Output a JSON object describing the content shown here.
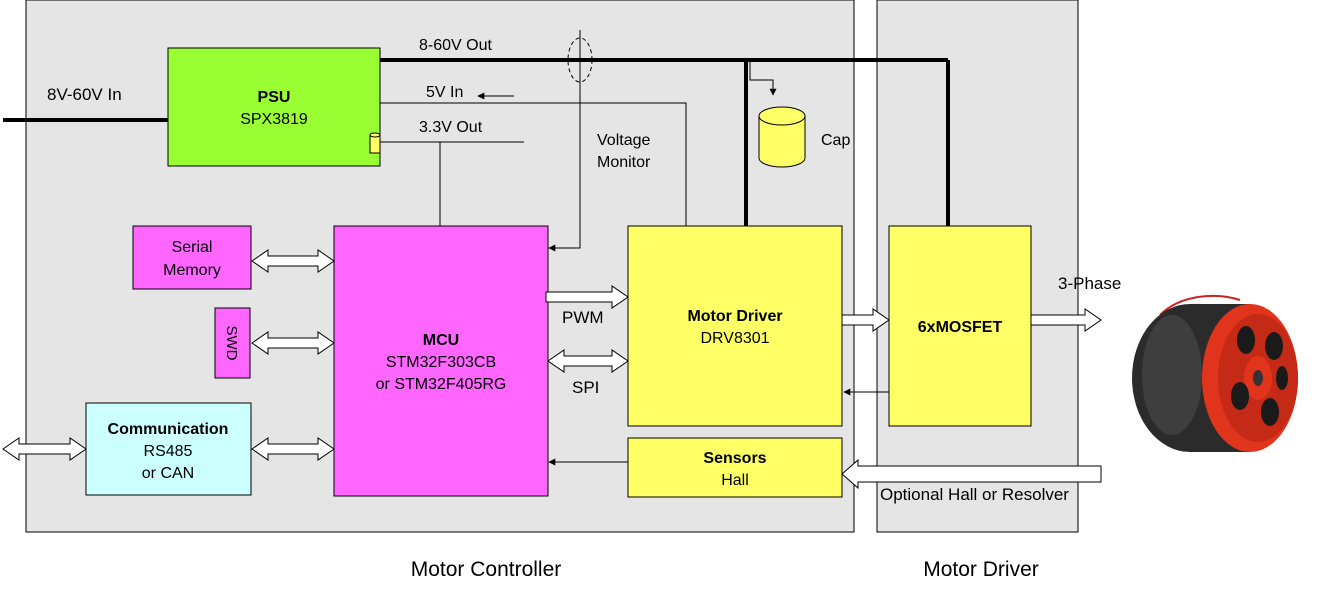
{
  "colors": {
    "panel": "#e5e5e5",
    "psu": "#99ff33",
    "mcu": "#ff66ff",
    "driver": "#ffff66",
    "comm": "#ccffff",
    "cap": "#ffff66",
    "motor_body": "#2b2b2b",
    "motor_accent": "#e0341c"
  },
  "panels": {
    "controller_label": "Motor Controller",
    "driver_label": "Motor Driver"
  },
  "blocks": {
    "psu": {
      "title": "PSU",
      "part": "SPX3819"
    },
    "serial_memory": {
      "line1": "Serial",
      "line2": "Memory"
    },
    "swd": {
      "label": "SWD"
    },
    "communication": {
      "title": "Communication",
      "line1": "RS485",
      "line2": "or CAN"
    },
    "mcu": {
      "title": "MCU",
      "line1": "STM32F303CB",
      "line2": "or STM32F405RG"
    },
    "motor_driver": {
      "title": "Motor Driver",
      "part": "DRV8301"
    },
    "sensors": {
      "title": "Sensors",
      "type": "Hall"
    },
    "mosfet": {
      "title": "6xMOSFET"
    }
  },
  "signals": {
    "power_in": "8V-60V In",
    "out_8_60": "8-60V Out",
    "in_5v": "5V In",
    "out_3v3": "3.3V Out",
    "voltage_monitor_1": "Voltage",
    "voltage_monitor_2": "Monitor",
    "cap": "Cap",
    "pwm": "PWM",
    "spi": "SPI",
    "three_phase": "3-Phase",
    "optional_feedback": "Optional Hall or Resolver"
  },
  "icons": [
    "capacitor-icon",
    "brushless-motor-photo"
  ]
}
